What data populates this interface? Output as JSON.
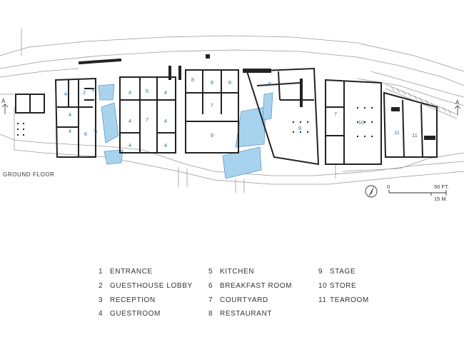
{
  "plan": {
    "floor_label": "GROUND FLOOR",
    "section_marker": "A",
    "scale": {
      "zero": "0",
      "ft": "50 FT.",
      "m": "15 M."
    },
    "colors": {
      "highlight": "#a8d3ee",
      "room_number": "#2f6ea8",
      "wall": "#222222"
    },
    "room_labels": [
      "4",
      "2",
      "3",
      "4",
      "4",
      "6",
      "5",
      "4",
      "5",
      "4",
      "7",
      "4",
      "4",
      "4",
      "4",
      "8",
      "9",
      "8",
      "7",
      "9",
      "5",
      "9",
      "7",
      "10",
      "11",
      "11"
    ]
  },
  "legend": [
    {
      "num": "1",
      "label": "ENTRANCE"
    },
    {
      "num": "2",
      "label": "GUESTHOUSE LOBBY"
    },
    {
      "num": "3",
      "label": "RECEPTION"
    },
    {
      "num": "4",
      "label": "GUESTROOM"
    },
    {
      "num": "5",
      "label": "KITCHEN"
    },
    {
      "num": "6",
      "label": "BREAKFAST ROOM"
    },
    {
      "num": "7",
      "label": "COURTYARD"
    },
    {
      "num": "8",
      "label": "RESTAURANT"
    },
    {
      "num": "9",
      "label": "STAGE"
    },
    {
      "num": "10",
      "label": "STORE"
    },
    {
      "num": "11",
      "label": "TEAROOM"
    }
  ]
}
